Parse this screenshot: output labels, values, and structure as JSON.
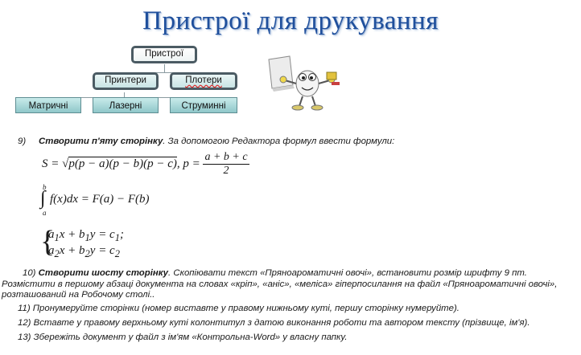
{
  "title": "Пристрої для друкування",
  "diagram": {
    "root": "Пристрої",
    "level2": [
      "Принтери",
      "Плотери"
    ],
    "level3": [
      "Матричні",
      "Лазерні",
      "Струминні"
    ]
  },
  "tasks": {
    "t9_num": "9)",
    "t9_bold": "Створити п'яту сторінку",
    "t9_rest": ". За допомогою Редактора формул ввести формули:",
    "t10_num": "10)",
    "t10_bold": "Створити шосту сторінку",
    "t10_rest": ". Скопіювати текст «Пряноароматичні овочі», встановити розмір шрифту 9 пт. Розмістити в першому абзаці документа на словах «кріп», «аніс», «меліса» гіперпосилання на файл «Пряноароматичні овочі», розташований на Робочому столі..",
    "t11": "11)  Пронумеруйте сторінки (номер виставте у правому нижньому куті, першу сторінку нумеруйте).",
    "t12": "12)  Вставте у правому верхньому куті колонтитул з датою виконання роботи та автором тексту (прізвище, ім'я).",
    "t13": "13)  Збережіть документ у файл з ім'ям «Контрольна-Word» у власну папку."
  }
}
